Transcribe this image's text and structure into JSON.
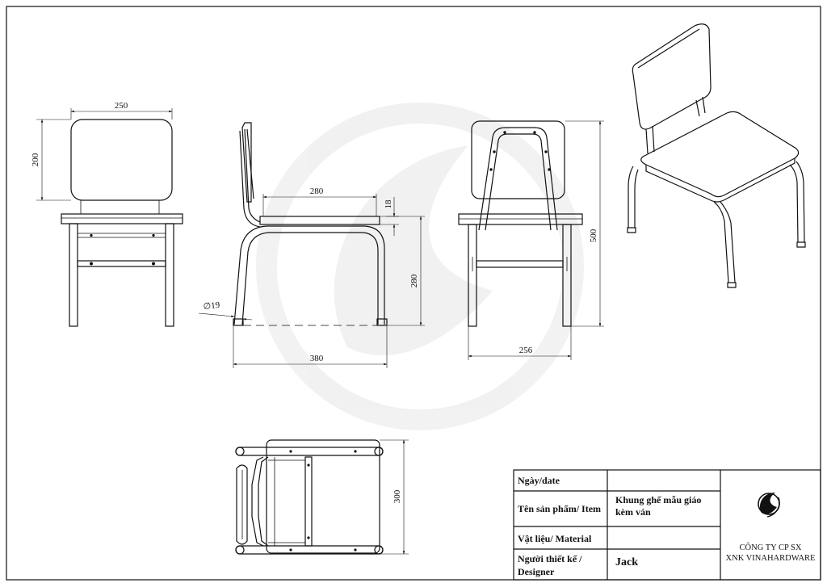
{
  "dimensions": {
    "front_width": "250",
    "front_back_height": "200",
    "side_seat_depth": "280",
    "side_seat_thickness": "18",
    "side_seat_height": "280",
    "side_leg_diameter": "∅19",
    "side_total_depth": "380",
    "back_total_height": "500",
    "back_width": "256",
    "top_depth": "300"
  },
  "title_block": {
    "date_label": "Ngày/date",
    "date_value": "",
    "product_label": "Tên sản phẩm/ Item",
    "product_value_line1": "Khung ghế mẫu giáo",
    "product_value_line2": "kèm ván",
    "material_label": "Vật liệu/ Material",
    "material_value": "",
    "designer_label_line1": "Người thiết kế /",
    "designer_label_line2": "Designer",
    "designer_value": "Jack",
    "company_line1": "CÔNG TY CP SX",
    "company_line2": "XNK VINAHARDWARE",
    "logo_icon": "vinahardware-logo-icon"
  }
}
